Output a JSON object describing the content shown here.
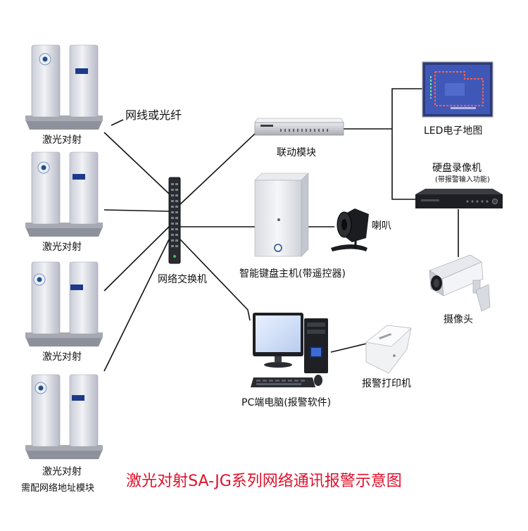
{
  "diagram": {
    "title": "激光对射SA-JG系列网络通讯报警示意图",
    "cable_label": "网线或光纤",
    "detectors": [
      {
        "label": "激光对射",
        "sublabel": ""
      },
      {
        "label": "激光对射",
        "sublabel": ""
      },
      {
        "label": "激光对射",
        "sublabel": ""
      },
      {
        "label": "激光对射",
        "sublabel": "需配网络地址模块"
      }
    ],
    "switch": {
      "label": "网络交换机"
    },
    "linkage_module": {
      "label": "联动模块"
    },
    "keyboard_host": {
      "label": "智能键盘主机(带遥控器)"
    },
    "speaker": {
      "label": "喇叭"
    },
    "pc": {
      "label": "PC端电脑(报警软件)"
    },
    "printer": {
      "label": "报警打印机"
    },
    "led_map": {
      "label": "LED电子地图"
    },
    "dvr": {
      "label": "硬盘录像机",
      "sublabel": "(带报警输入功能)"
    },
    "camera": {
      "label": "摄像头"
    },
    "colors": {
      "title": "#e0102a",
      "line": "#111111",
      "device_gray": "#d9dce3",
      "panel_blue": "#1d3a8a"
    }
  }
}
